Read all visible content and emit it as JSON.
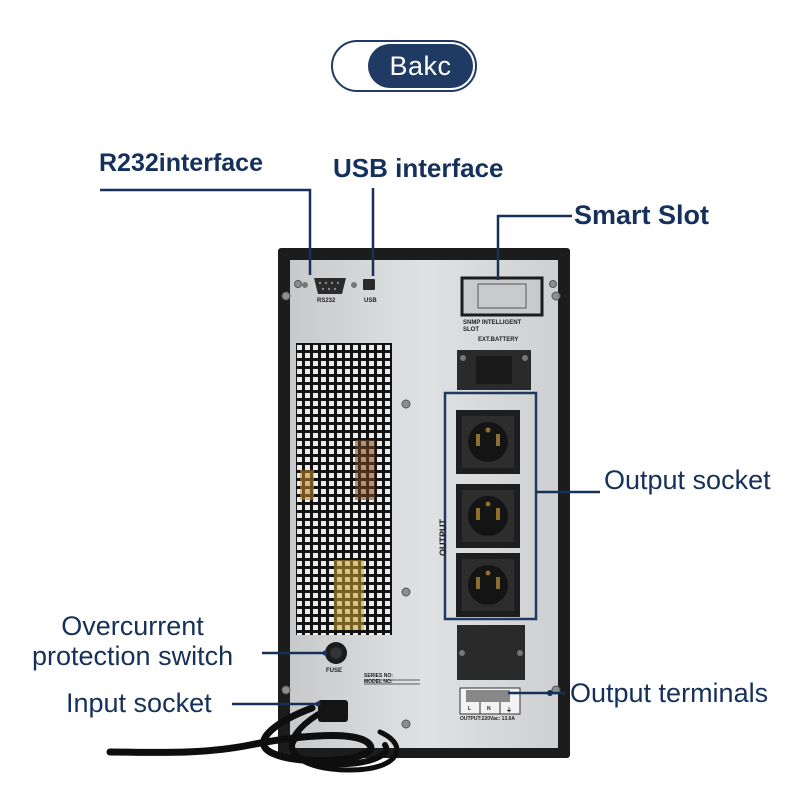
{
  "badge": {
    "text": "Bakc"
  },
  "callouts": {
    "r232": "R232interface",
    "usb": "USB interface",
    "smart_slot": "Smart Slot",
    "output_socket": "Output socket",
    "overcurrent": "Overcurrent\nprotection switch",
    "input_socket": "Input socket",
    "output_terminals": "Output terminals"
  },
  "panel": {
    "rs232": "RS232",
    "usb": "USB",
    "snmp": "SNMP INTELLIGENT\nSLOT",
    "ext_battery": "EXT.BATTERY",
    "output": "OUTPUT",
    "fuse": "FUSE",
    "series_no": "SERIES NO:",
    "model_no": "MODEL NO:",
    "terminal_l": "L",
    "terminal_n": "N",
    "terminal_g": "⏚",
    "output_rating": "OUTPUT:220Vac: 13.6A"
  },
  "colors": {
    "accent": "#1f3a63",
    "callout_text": "#15305a",
    "cabinet": "#1c1c1c",
    "panel": "#d4d5d7"
  }
}
